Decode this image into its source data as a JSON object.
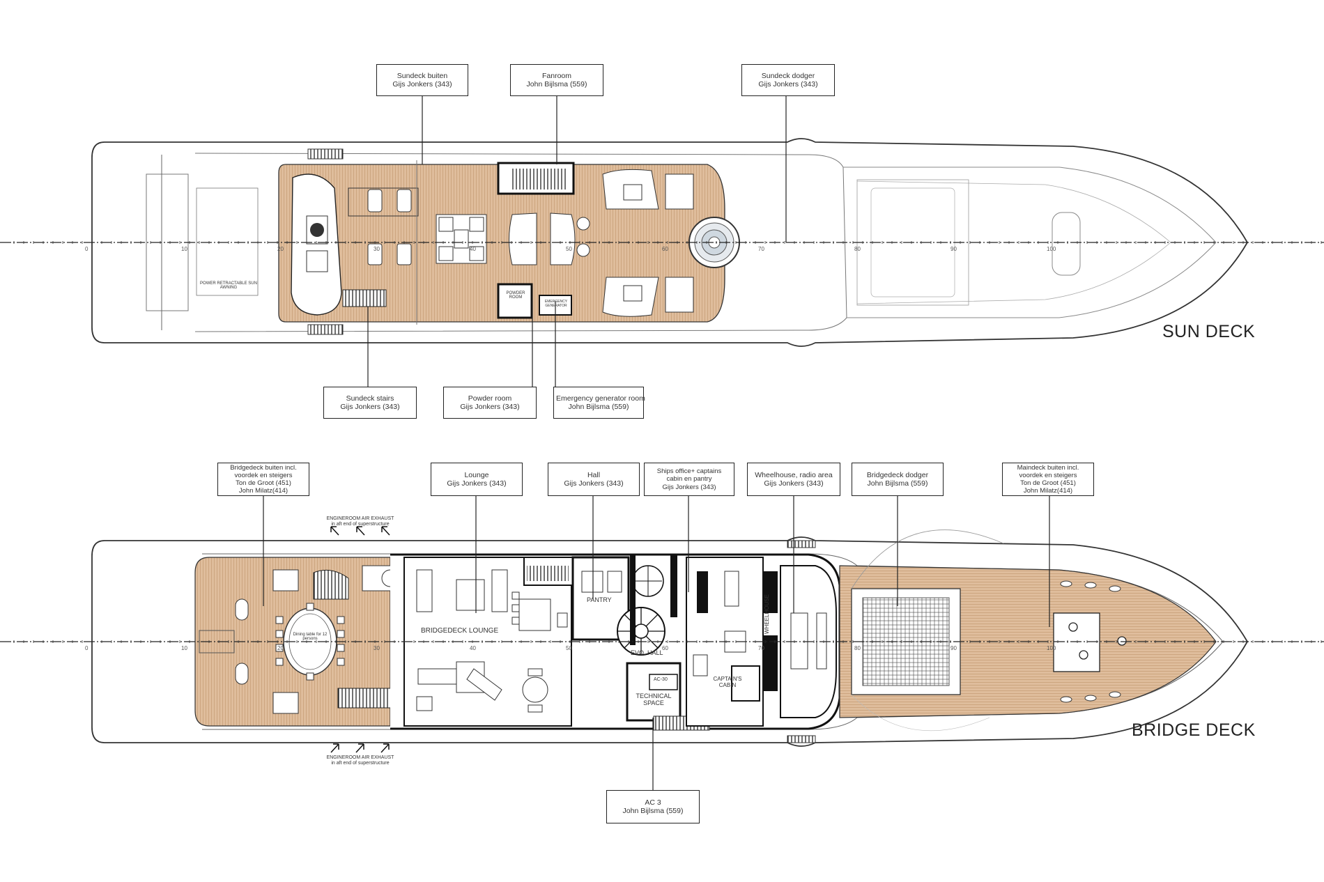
{
  "sun_deck": {
    "title": "SUN DECK",
    "callouts": [
      {
        "id": "sundeck-buiten",
        "lines": [
          "Sundeck buiten",
          "Gijs Jonkers (343)"
        ]
      },
      {
        "id": "fanroom",
        "lines": [
          "Fanroom",
          "John Bijlsma (559)"
        ]
      },
      {
        "id": "sundeck-dodger",
        "lines": [
          "Sundeck dodger",
          "Gijs Jonkers (343)"
        ]
      },
      {
        "id": "sundeck-stairs",
        "lines": [
          "Sundeck stairs",
          "Gijs Jonkers (343)"
        ]
      },
      {
        "id": "powder-room",
        "lines": [
          "Powder room",
          "Gijs Jonkers (343)"
        ]
      },
      {
        "id": "emergency-generator-room",
        "lines": [
          "Emergency generator room",
          "John Bijlsma (559)"
        ]
      }
    ],
    "room_labels": {
      "powder_room": "POWDER ROOM",
      "emergency_generator": "EMERGENCY GENERATOR",
      "retractable_awning": "POWER RETRACTABLE SUN AWNING"
    }
  },
  "bridge_deck": {
    "title": "BRIDGE DECK",
    "callouts": [
      {
        "id": "bridgedeck-buiten",
        "lines": [
          "Bridgedeck buiten incl.",
          "voordek en steigers",
          "Ton de Groot (451)",
          "John Milatz(414)"
        ]
      },
      {
        "id": "lounge",
        "lines": [
          "Lounge",
          "Gijs Jonkers (343)"
        ]
      },
      {
        "id": "hall",
        "lines": [
          "Hall",
          "Gijs Jonkers (343)"
        ]
      },
      {
        "id": "ships-office",
        "lines": [
          "Ships office+ captains",
          "cabin en pantry",
          "Gijs Jonkers (343)"
        ]
      },
      {
        "id": "wheelhouse",
        "lines": [
          "Wheelhouse, radio area",
          "Gijs Jonkers (343)"
        ]
      },
      {
        "id": "bridgedeck-dodger",
        "lines": [
          "Bridgedeck dodger",
          "John Bijlsma (559)"
        ]
      },
      {
        "id": "maindeck-buiten",
        "lines": [
          "Maindeck buiten incl.",
          "voordek en steigers",
          "Ton de Groot (451)",
          "John Milatz(414)"
        ]
      },
      {
        "id": "ac3",
        "lines": [
          "AC 3",
          "John Bijlsma (559)"
        ]
      }
    ],
    "room_labels": {
      "lounge": "BRIDGEDECK LOUNGE",
      "pantry": "PANTRY",
      "hall": "EVO. HALL",
      "technical_space": "TECHNICAL SPACE",
      "captains_cabin": "CAPTAIN'S CABIN",
      "wheelhouse": "WHEELHOUSE",
      "exhaust_top": "ENGINEROOM AIR EXHAUST",
      "exhaust_top_sub": "in aft end of superstructure",
      "exhaust_bottom": "ENGINEROOM AIR EXHAUST",
      "exhaust_bottom_sub": "in aft end of superstructure",
      "dining": "Dining table for 12 persons",
      "ac": "AC-30"
    }
  },
  "frame_numbers": [
    "0",
    "10",
    "20",
    "30",
    "40",
    "50",
    "60",
    "70",
    "80",
    "90",
    "100"
  ],
  "colors": {
    "teak": "#dcb896",
    "teak_line": "#c79d74",
    "hull_line": "#333333",
    "wall": "#111111"
  }
}
